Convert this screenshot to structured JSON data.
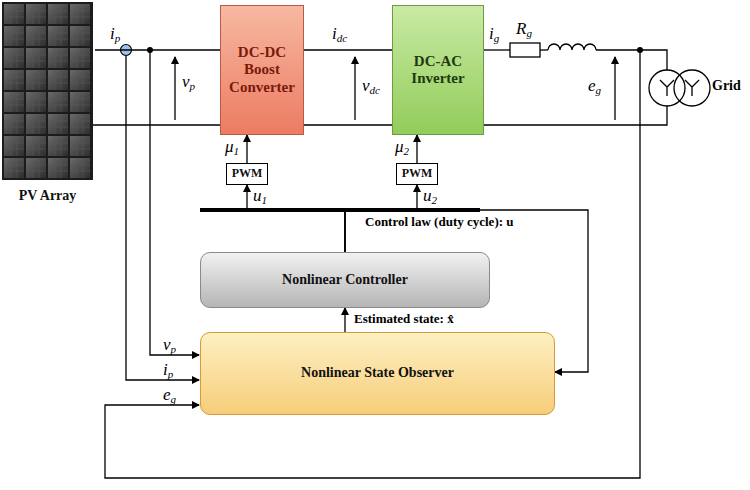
{
  "diagram": {
    "nodes": [
      {
        "text": [
          "PV Array"
        ]
      },
      {
        "text": [
          "DC-DC Boost Converter"
        ]
      },
      {
        "text": [
          "DC-AC Inverter"
        ]
      },
      {
        "text": [
          "PWM"
        ]
      },
      {
        "text": [
          "PWM"
        ]
      },
      {
        "text": [
          "Nonlinear Controller"
        ]
      },
      {
        "text": [
          "Nonlinear State Observer"
        ]
      }
    ],
    "edges": [
      {
        "from": 0,
        "to": 1,
        "arrow": "none"
      },
      {
        "from": 1,
        "to": 2,
        "arrow": "none"
      },
      {
        "from": 3,
        "to": 1,
        "arrow": "to"
      },
      {
        "from": 4,
        "to": 2,
        "arrow": "to"
      },
      {
        "from": 5,
        "to": 3,
        "arrow": "to"
      },
      {
        "from": 5,
        "to": 4,
        "arrow": "to"
      },
      {
        "from": 6,
        "to": 5,
        "arrow": "to"
      },
      {
        "from": 5,
        "to": 6,
        "arrow": "to"
      }
    ],
    "labels": [
      "ip",
      "vp",
      "idc",
      "vdc",
      "ig",
      "Rg",
      "eg",
      "Grid",
      "μ1",
      "μ2",
      "u1",
      "u2",
      "Control law (duty cycle): u",
      "Estimated state: x̂",
      "vp",
      "ip",
      "eg"
    ]
  }
}
